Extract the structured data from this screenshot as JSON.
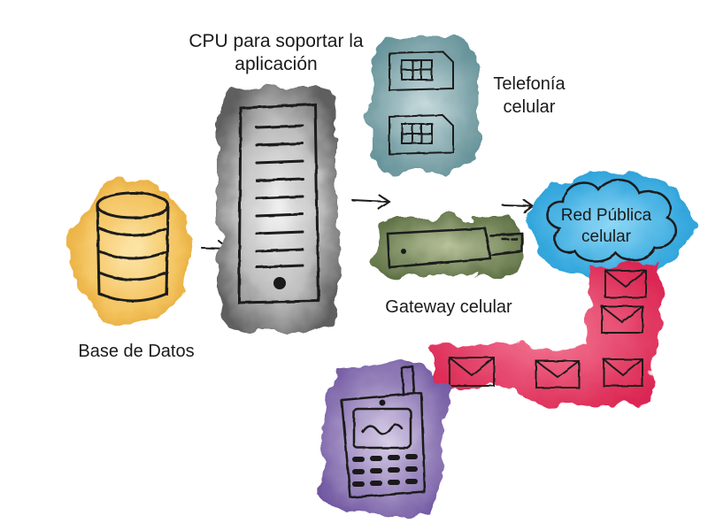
{
  "labels": {
    "cpu_line1": "CPU para soportar la",
    "cpu_line2": "aplicación",
    "telefonia_line1": "Telefonía",
    "telefonia_line2": "celular",
    "red_line1": "Red Pública",
    "red_line2": "celular",
    "gateway": "Gateway celular",
    "database": "Base de Datos"
  },
  "colors": {
    "database": "#f2b63c",
    "server": "#8a8a8a",
    "sim": "#6f9aa0",
    "gateway": "#6d7f4e",
    "cloud": "#2aa8e0",
    "message": "#e33a62",
    "phone": "#7d61a8",
    "ink": "#1a1a1a"
  },
  "icons": [
    "database-icon",
    "server-icon",
    "sim-card-icon",
    "usb-modem-icon",
    "cloud-icon",
    "envelope-icon",
    "mobile-phone-icon",
    "arrow-icon"
  ]
}
